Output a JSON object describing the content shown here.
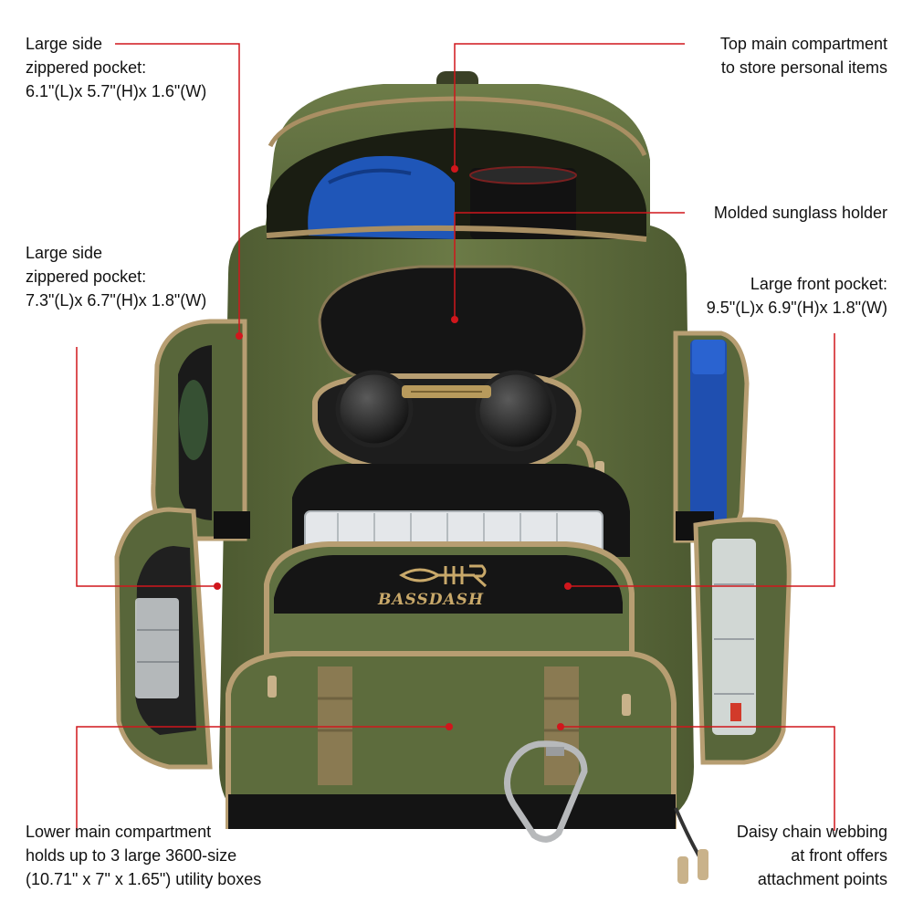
{
  "callouts": {
    "top_left": [
      "Large side",
      "zippered pocket:",
      "6.1\"(L)x 5.7\"(H)x 1.6\"(W)"
    ],
    "mid_left": [
      "Large side",
      "zippered pocket:",
      "7.3\"(L)x 6.7\"(H)x 1.8\"(W)"
    ],
    "bottom_left": [
      "Lower main compartment",
      "holds up to 3 large 3600-size",
      "(10.71\" x 7\" x 1.65\") utility boxes"
    ],
    "top_right": [
      "Top main compartment",
      "to store personal items"
    ],
    "sunglass": [
      "Molded sunglass holder"
    ],
    "front_pocket": [
      "Large front pocket:",
      "9.5\"(L)x 6.9\"(H)x 1.8\"(W)"
    ],
    "bottom_right": [
      "Daisy chain webbing",
      "at front offers",
      "attachment points"
    ]
  },
  "brand": {
    "name": "BASSDASH"
  },
  "colors": {
    "leader": "#d0161c",
    "bag_green": "#5f6e3e",
    "trim": "#b79e72",
    "black": "#141414"
  }
}
